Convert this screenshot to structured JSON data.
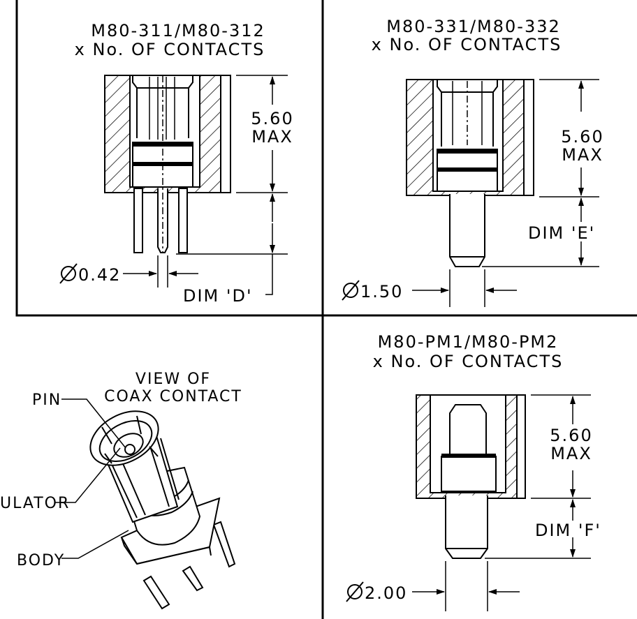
{
  "panels": {
    "top_left": {
      "title_line1": "M80-311/M80-312",
      "title_line2": "x No. OF CONTACTS",
      "height_value": "5.60",
      "height_suffix": "MAX",
      "diameter_value": "0.42",
      "dim_label": "DIM 'D'"
    },
    "top_right": {
      "title_line1": "M80-331/M80-332",
      "title_line2": "x No. OF CONTACTS",
      "height_value": "5.60",
      "height_suffix": "MAX",
      "diameter_value": "1.50",
      "dim_label": "DIM 'E'"
    },
    "bottom_left": {
      "view_line1": "VIEW OF",
      "view_line2": "COAX CONTACT",
      "label_pin": "PIN",
      "label_insulator": "ULATOR",
      "label_body": "BODY"
    },
    "bottom_right": {
      "title_line1": "M80-PM1/M80-PM2",
      "title_line2": "x No. OF CONTACTS",
      "height_value": "5.60",
      "height_suffix": "MAX",
      "diameter_value": "2.00",
      "dim_label": "DIM 'F'"
    }
  },
  "symbols": {
    "diameter_symbol": "Ø"
  }
}
